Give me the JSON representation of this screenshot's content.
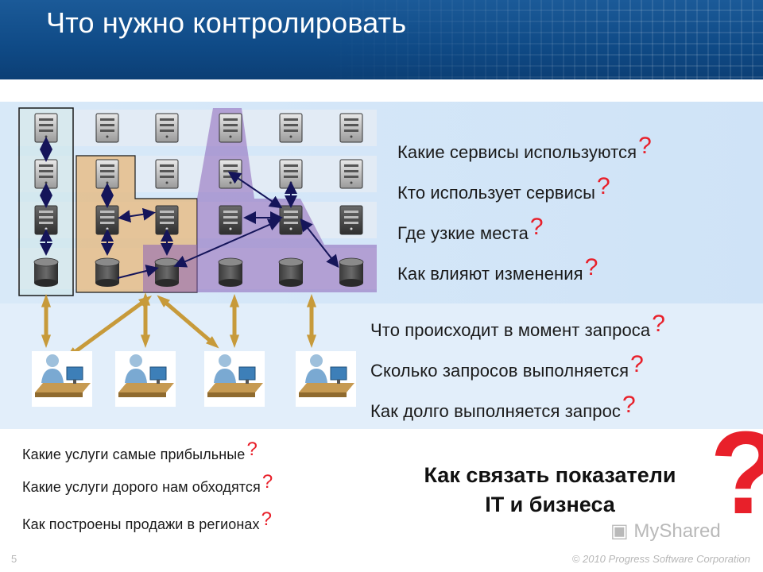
{
  "slide": {
    "title": "Что нужно контролировать",
    "page_number": "5",
    "copyright": "© 2010 Progress Software Corporation",
    "watermark": "MyShared"
  },
  "questions_top": [
    {
      "text": "Какие сервисы используются",
      "mark": "?"
    },
    {
      "text": "Кто использует сервисы",
      "mark": "?"
    },
    {
      "text": "Где узкие места",
      "mark": "?"
    },
    {
      "text": "Как влияют изменения",
      "mark": "?"
    }
  ],
  "questions_mid": [
    {
      "text": "Что происходит в момент запроса",
      "mark": "?"
    },
    {
      "text": "Сколько запросов выполняется",
      "mark": "?"
    },
    {
      "text": "Как долго выполняется запрос",
      "mark": "?"
    }
  ],
  "questions_bottom": [
    {
      "text": "Какие услуги самые прибыльные",
      "mark": "?"
    },
    {
      "text": "Какие услуги дорого нам обходятся",
      "mark": "?"
    },
    {
      "text": "Как построены продажи в регионах",
      "mark": "?"
    }
  ],
  "conclusion": {
    "line1": "Как связать показатели",
    "line2": "IT и бизнеса",
    "mark": "?"
  },
  "colors": {
    "header": "#0f4a86",
    "question_mark": "#e8202a",
    "highlight_orange": "#e6b77a",
    "highlight_purple": "#8a62b8",
    "connector": "#c79a3a"
  },
  "icons": {
    "server": "server-icon",
    "database": "database-icon",
    "user": "user-workstation-icon"
  }
}
